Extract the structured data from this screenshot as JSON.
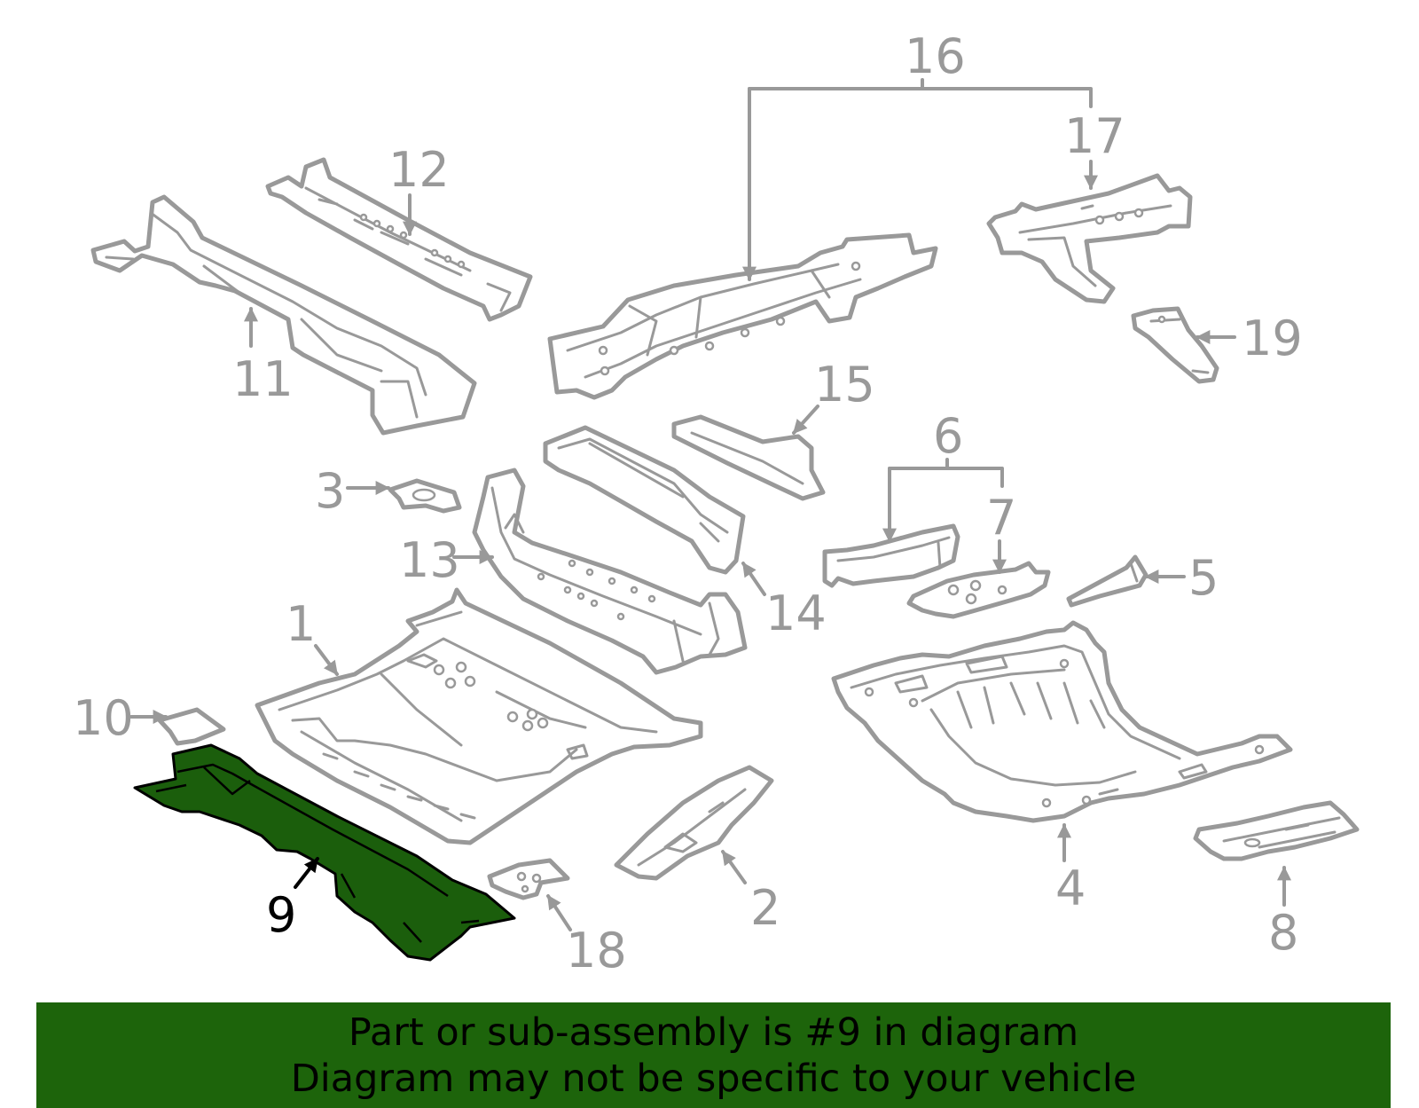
{
  "selected_part": "9",
  "colors": {
    "line": "#999999",
    "highlight": "#1b5e0c",
    "banner": "#1d640b",
    "banner_text": "#000000"
  },
  "callouts": {
    "c1": "1",
    "c2": "2",
    "c3": "3",
    "c4": "4",
    "c5": "5",
    "c6": "6",
    "c7": "7",
    "c8": "8",
    "c9": "9",
    "c10": "10",
    "c11": "11",
    "c12": "12",
    "c13": "13",
    "c14": "14",
    "c15": "15",
    "c16": "16",
    "c17": "17",
    "c18": "18",
    "c19": "19"
  },
  "banner": {
    "line1": "Part or sub-assembly is #9 in diagram",
    "line2": "Diagram may not be specific to your vehicle"
  }
}
